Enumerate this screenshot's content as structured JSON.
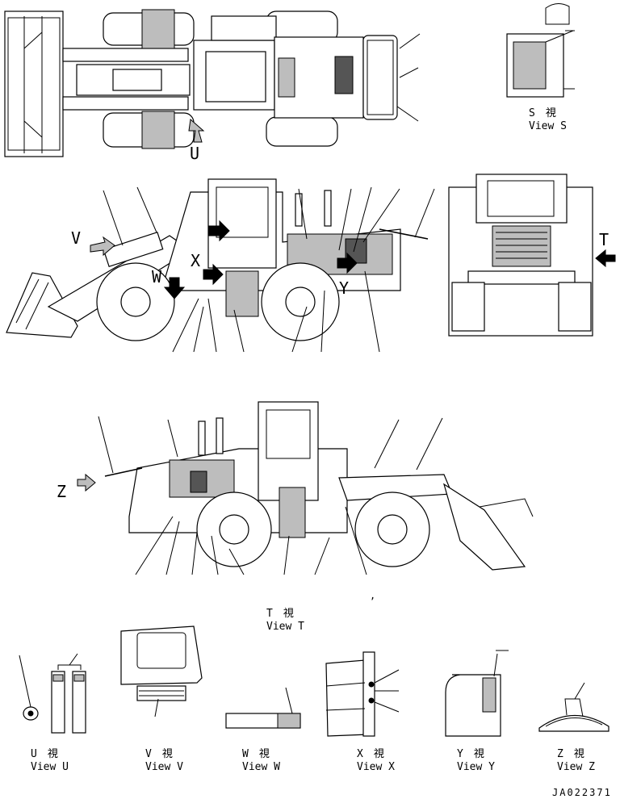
{
  "views": {
    "S": {
      "line1": "S　視",
      "line2": "View S"
    },
    "T": {
      "line1": "T　視",
      "line2": "View T"
    },
    "U": {
      "line1": "U　視",
      "line2": "View U"
    },
    "V": {
      "line1": "V　視",
      "line2": "View V"
    },
    "W": {
      "line1": "W　視",
      "line2": "View W"
    },
    "X": {
      "line1": "X　視",
      "line2": "View X"
    },
    "Y": {
      "line1": "Y　視",
      "line2": "View Y"
    },
    "Z": {
      "line1": "Z　視",
      "line2": "View Z"
    }
  },
  "arrow_letters": {
    "U": "U",
    "V": "V",
    "W": "W",
    "X": "X",
    "Y": "Y",
    "Z": "Z",
    "T": "T"
  },
  "drawing_number": "JA022371"
}
